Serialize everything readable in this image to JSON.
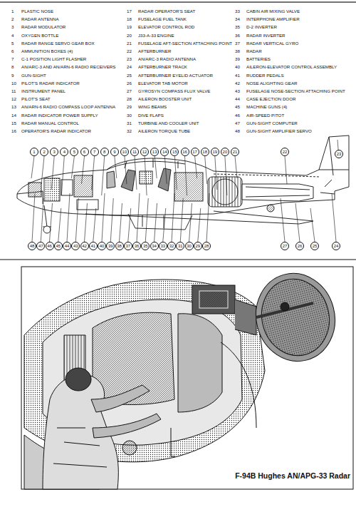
{
  "diagram": {
    "caption": "F-94B Hughes AN/APG-33 Radar",
    "nodes": [
      {
        "text": [
          "1"
        ]
      },
      {
        "text": [
          "2"
        ]
      },
      {
        "text": [
          "3"
        ]
      },
      {
        "text": [
          "4"
        ]
      },
      {
        "text": [
          "5"
        ]
      },
      {
        "text": [
          "6"
        ]
      },
      {
        "text": [
          "7"
        ]
      },
      {
        "text": [
          "8"
        ]
      },
      {
        "text": [
          "9"
        ]
      },
      {
        "text": [
          "10"
        ]
      },
      {
        "text": [
          "11"
        ]
      },
      {
        "text": [
          "12"
        ]
      },
      {
        "text": [
          "13"
        ]
      },
      {
        "text": [
          "14"
        ]
      },
      {
        "text": [
          "15"
        ]
      },
      {
        "text": [
          "16"
        ]
      },
      {
        "text": [
          "17"
        ]
      },
      {
        "text": [
          "18"
        ]
      },
      {
        "text": [
          "19"
        ]
      },
      {
        "text": [
          "20"
        ]
      },
      {
        "text": [
          "21"
        ]
      },
      {
        "text": [
          "22"
        ]
      },
      {
        "text": [
          "23"
        ]
      },
      {
        "text": [
          "24"
        ]
      },
      {
        "text": [
          "25"
        ]
      },
      {
        "text": [
          "26"
        ]
      },
      {
        "text": [
          "27"
        ]
      },
      {
        "text": [
          "28"
        ]
      },
      {
        "text": [
          "29"
        ]
      },
      {
        "text": [
          "30"
        ]
      },
      {
        "text": [
          "31"
        ]
      },
      {
        "text": [
          "32"
        ]
      },
      {
        "text": [
          "33"
        ]
      },
      {
        "text": [
          "34"
        ]
      },
      {
        "text": [
          "35"
        ]
      },
      {
        "text": [
          "36"
        ]
      },
      {
        "text": [
          "37"
        ]
      },
      {
        "text": [
          "38"
        ]
      },
      {
        "text": [
          "39"
        ]
      },
      {
        "text": [
          "40"
        ]
      },
      {
        "text": [
          "41"
        ]
      },
      {
        "text": [
          "42"
        ]
      },
      {
        "text": [
          "43"
        ]
      },
      {
        "text": [
          "44"
        ]
      },
      {
        "text": [
          "45"
        ]
      },
      {
        "text": [
          "46"
        ]
      },
      {
        "text": [
          "47"
        ]
      },
      {
        "text": [
          "48"
        ]
      }
    ],
    "labels": [
      "1",
      "PLASTIC NOSE",
      "2",
      "RADAR ANTENNA",
      "3",
      "RADAR MODULATOR",
      "4",
      "OXYGEN BOTTLE",
      "5",
      "RADAR RANGE SERVO GEAR BOX",
      "6",
      "AMMUNITION BOXES (4)",
      "7",
      "C-1 POSITION LIGHT FLASHER",
      "8",
      "AN/ARC-3 AND AN/ARN-6 RADIO RECEIVERS",
      "9",
      "GUN-SIGHT",
      "10",
      "PILOT'S RADAR INDICATOR",
      "11",
      "INSTRUMENT PANEL",
      "12",
      "PILOT'S SEAT",
      "13",
      "AN/ARN-6 RADIO COMPASS LOOP ANTENNA",
      "14",
      "RADAR INDICATOR POWER SUPPLY",
      "15",
      "RADAR MANUAL CONTROL",
      "16",
      "OPERATOR'S RADAR INDICATOR",
      "17",
      "RADAR OPERATOR'S SEAT",
      "18",
      "FUSELAGE FUEL TANK",
      "19",
      "ELEVATOR CONTROL ROD",
      "20",
      "J33-A-33 ENGINE",
      "21",
      "FUSELAGE AFT-SECTION ATTACHING POINT",
      "22",
      "AFTERBURNER",
      "23",
      "AN/ARC-3 RADIO ANTENNA",
      "24",
      "AFTERBURNER TRACK",
      "25",
      "AFTERBURNER EYELID ACTUATOR",
      "26",
      "ELEVATOR TAB MOTOR",
      "27",
      "GYROSYN COMPASS FLUX VALVE",
      "28",
      "AILERON BOOSTER UNIT",
      "29",
      "WING BEAMS",
      "30",
      "DIVE FLAPS",
      "31",
      "TURBINE AND COOLER UNIT",
      "32",
      "AILERON TORQUE TUBE",
      "33",
      "CABIN AIR MIXING VALVE",
      "34",
      "INTERPHONE AMPLIFIER",
      "35",
      "D-2 INVERTER",
      "36",
      "RADAR INVERTER",
      "37",
      "RADAR VERTICAL GYRO",
      "38",
      "RADAR",
      "39",
      "BATTERIES",
      "40",
      "AILERON-ELEVATOR CONTROL ASSEMBLY",
      "41",
      "RUDDER PEDALS",
      "42",
      "NOSE ALIGHTING GEAR",
      "43",
      "FUSELAGE NOSE-SECTION ATTACHING POINT",
      "44",
      "CASE EJECTION DOOR",
      "45",
      "MACHINE GUNS (4)",
      "46",
      "AIR-SPEED PITOT",
      "47",
      "GUN-SIGHT COMPUTER",
      "48",
      "GUN-SIGHT AMPLIFIER SERVO"
    ]
  }
}
